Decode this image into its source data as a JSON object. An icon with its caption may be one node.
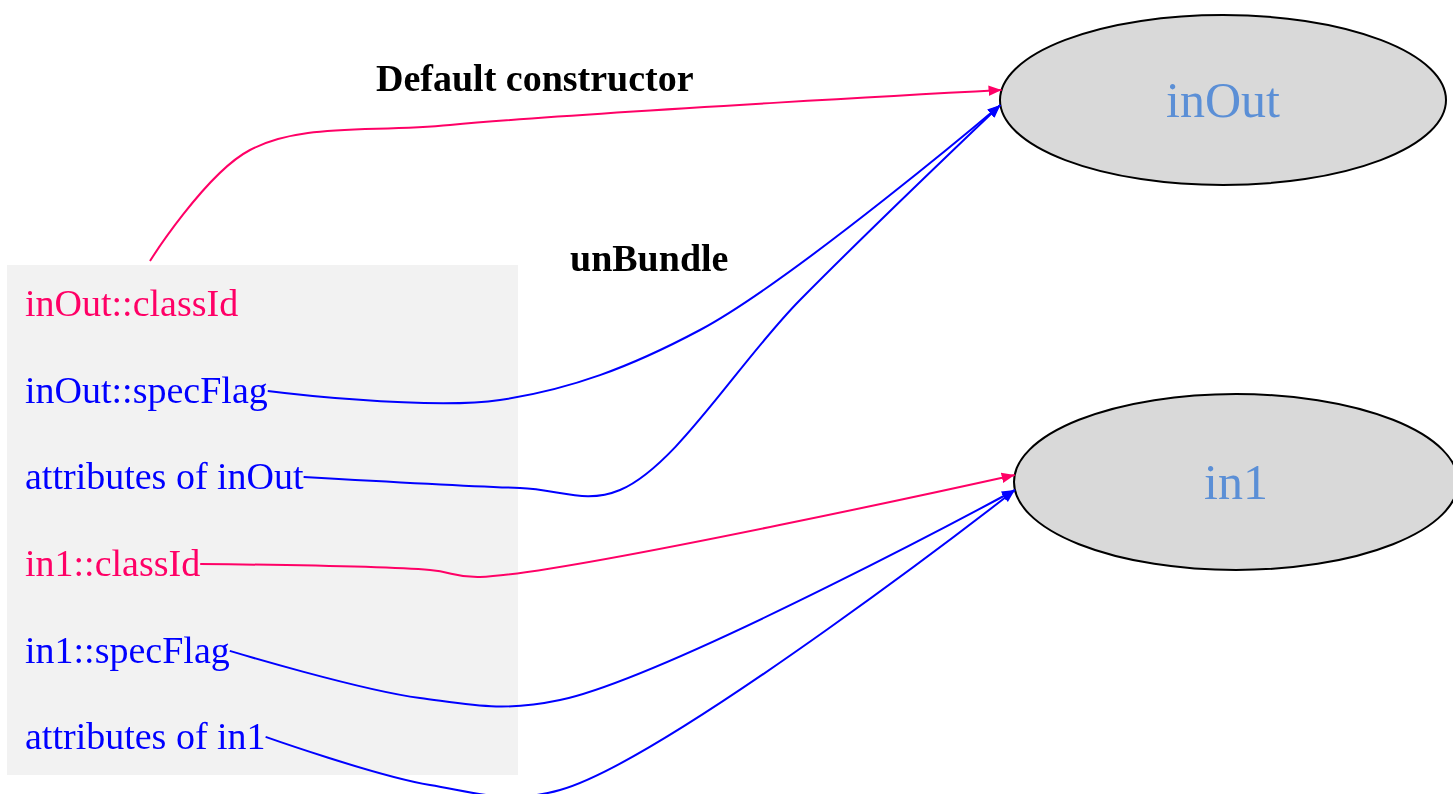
{
  "diagram": {
    "nodes": [
      {
        "text": [],
        "shape": "box"
      },
      {
        "text": [
          "inOut::classId"
        ],
        "in": 0
      },
      {
        "text": [
          "inOut::specFlag"
        ],
        "in": 0
      },
      {
        "text": [
          "attributes of inOut"
        ],
        "in": 0
      },
      {
        "text": [
          "in1::classId"
        ],
        "in": 0
      },
      {
        "text": [
          "in1::specFlag"
        ],
        "in": 0
      },
      {
        "text": [
          "attributes of in1"
        ],
        "in": 0
      },
      {
        "text": [
          "inOut"
        ]
      },
      {
        "text": [
          "in1"
        ]
      }
    ],
    "edges": [
      {
        "from": 1,
        "to": 7,
        "arrow": "to",
        "label": "Default constructor",
        "color": "#ff0066"
      },
      {
        "from": 2,
        "to": 7,
        "arrow": "to",
        "label": "unBundle"
      },
      {
        "from": 3,
        "to": 7,
        "arrow": "to"
      },
      {
        "from": 4,
        "to": 8,
        "arrow": "to",
        "color": "#ff0066"
      },
      {
        "from": 5,
        "to": 8,
        "arrow": "to"
      },
      {
        "from": 6,
        "to": 8,
        "arrow": "to"
      }
    ]
  }
}
